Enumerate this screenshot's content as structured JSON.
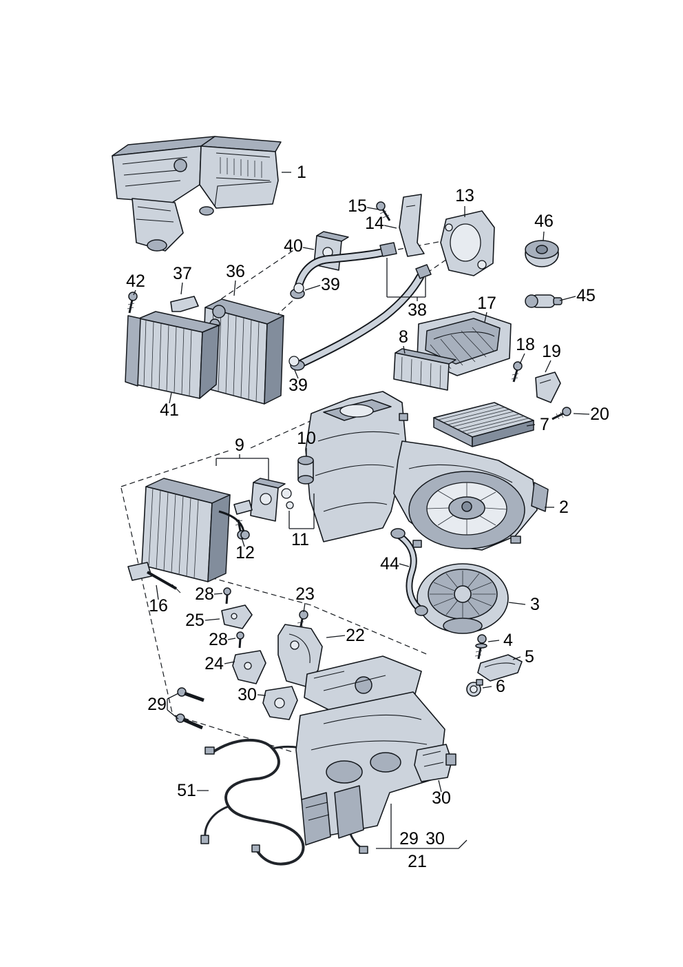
{
  "diagram": {
    "type": "exploded-parts-diagram",
    "subject": "Heater and air conditioning unit with blower",
    "background_color": "#ffffff",
    "line_color": "#14181d",
    "part_fill_color": "#ccd3dc",
    "part_shade_color": "#a7b0bd",
    "labels": [
      {
        "text": "1"
      },
      {
        "text": "15"
      },
      {
        "text": "14"
      },
      {
        "text": "13"
      },
      {
        "text": "46"
      },
      {
        "text": "40"
      },
      {
        "text": "39"
      },
      {
        "text": "38"
      },
      {
        "text": "17"
      },
      {
        "text": "45"
      },
      {
        "text": "42"
      },
      {
        "text": "37"
      },
      {
        "text": "36"
      },
      {
        "text": "8"
      },
      {
        "text": "18"
      },
      {
        "text": "19"
      },
      {
        "text": "20"
      },
      {
        "text": "7"
      },
      {
        "text": "41"
      },
      {
        "text": "39"
      },
      {
        "text": "9"
      },
      {
        "text": "10"
      },
      {
        "text": "2"
      },
      {
        "text": "11"
      },
      {
        "text": "12"
      },
      {
        "text": "44"
      },
      {
        "text": "3"
      },
      {
        "text": "16"
      },
      {
        "text": "28"
      },
      {
        "text": "23"
      },
      {
        "text": "25"
      },
      {
        "text": "28"
      },
      {
        "text": "22"
      },
      {
        "text": "4"
      },
      {
        "text": "24"
      },
      {
        "text": "5"
      },
      {
        "text": "30"
      },
      {
        "text": "6"
      },
      {
        "text": "29"
      },
      {
        "text": "51"
      },
      {
        "text": "30"
      },
      {
        "text": "29"
      },
      {
        "text": "30"
      },
      {
        "text": "21"
      }
    ]
  }
}
